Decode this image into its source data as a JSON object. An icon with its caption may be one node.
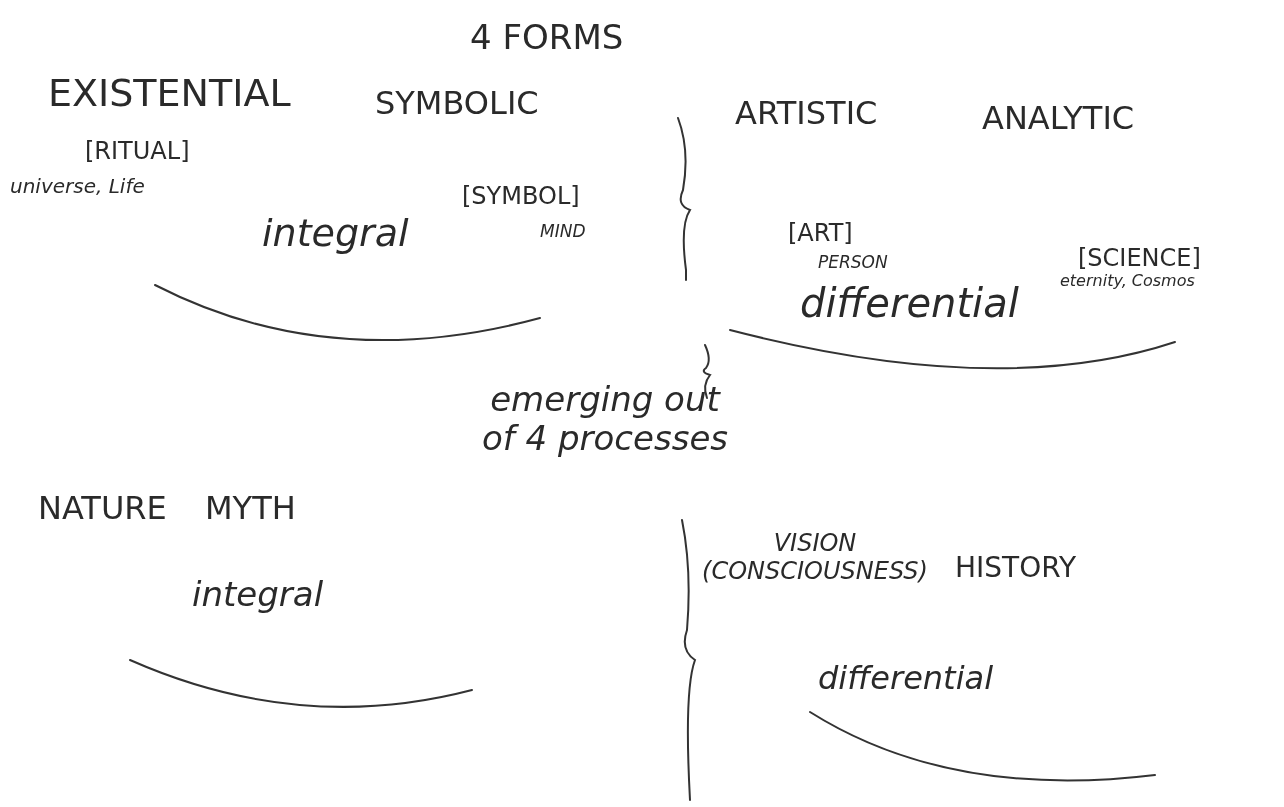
{
  "diagram": {
    "title": "4 FORMS",
    "labels": [
      "EXISTENTIAL",
      "SYMBOLIC",
      "ARTISTIC",
      "ANALYTIC",
      "[RITUAL]",
      "universe, Life",
      "[SYMBOL]",
      "MIND",
      "integral",
      "[ART]",
      "PERSON",
      "[SCIENCE]",
      "eternity, Cosmos",
      "differential",
      "emerging out of 4 processes",
      "NATURE",
      "MYTH",
      "VISION (CONSCIOUSNESS)",
      "HISTORY",
      "integral",
      "differential"
    ]
  }
}
